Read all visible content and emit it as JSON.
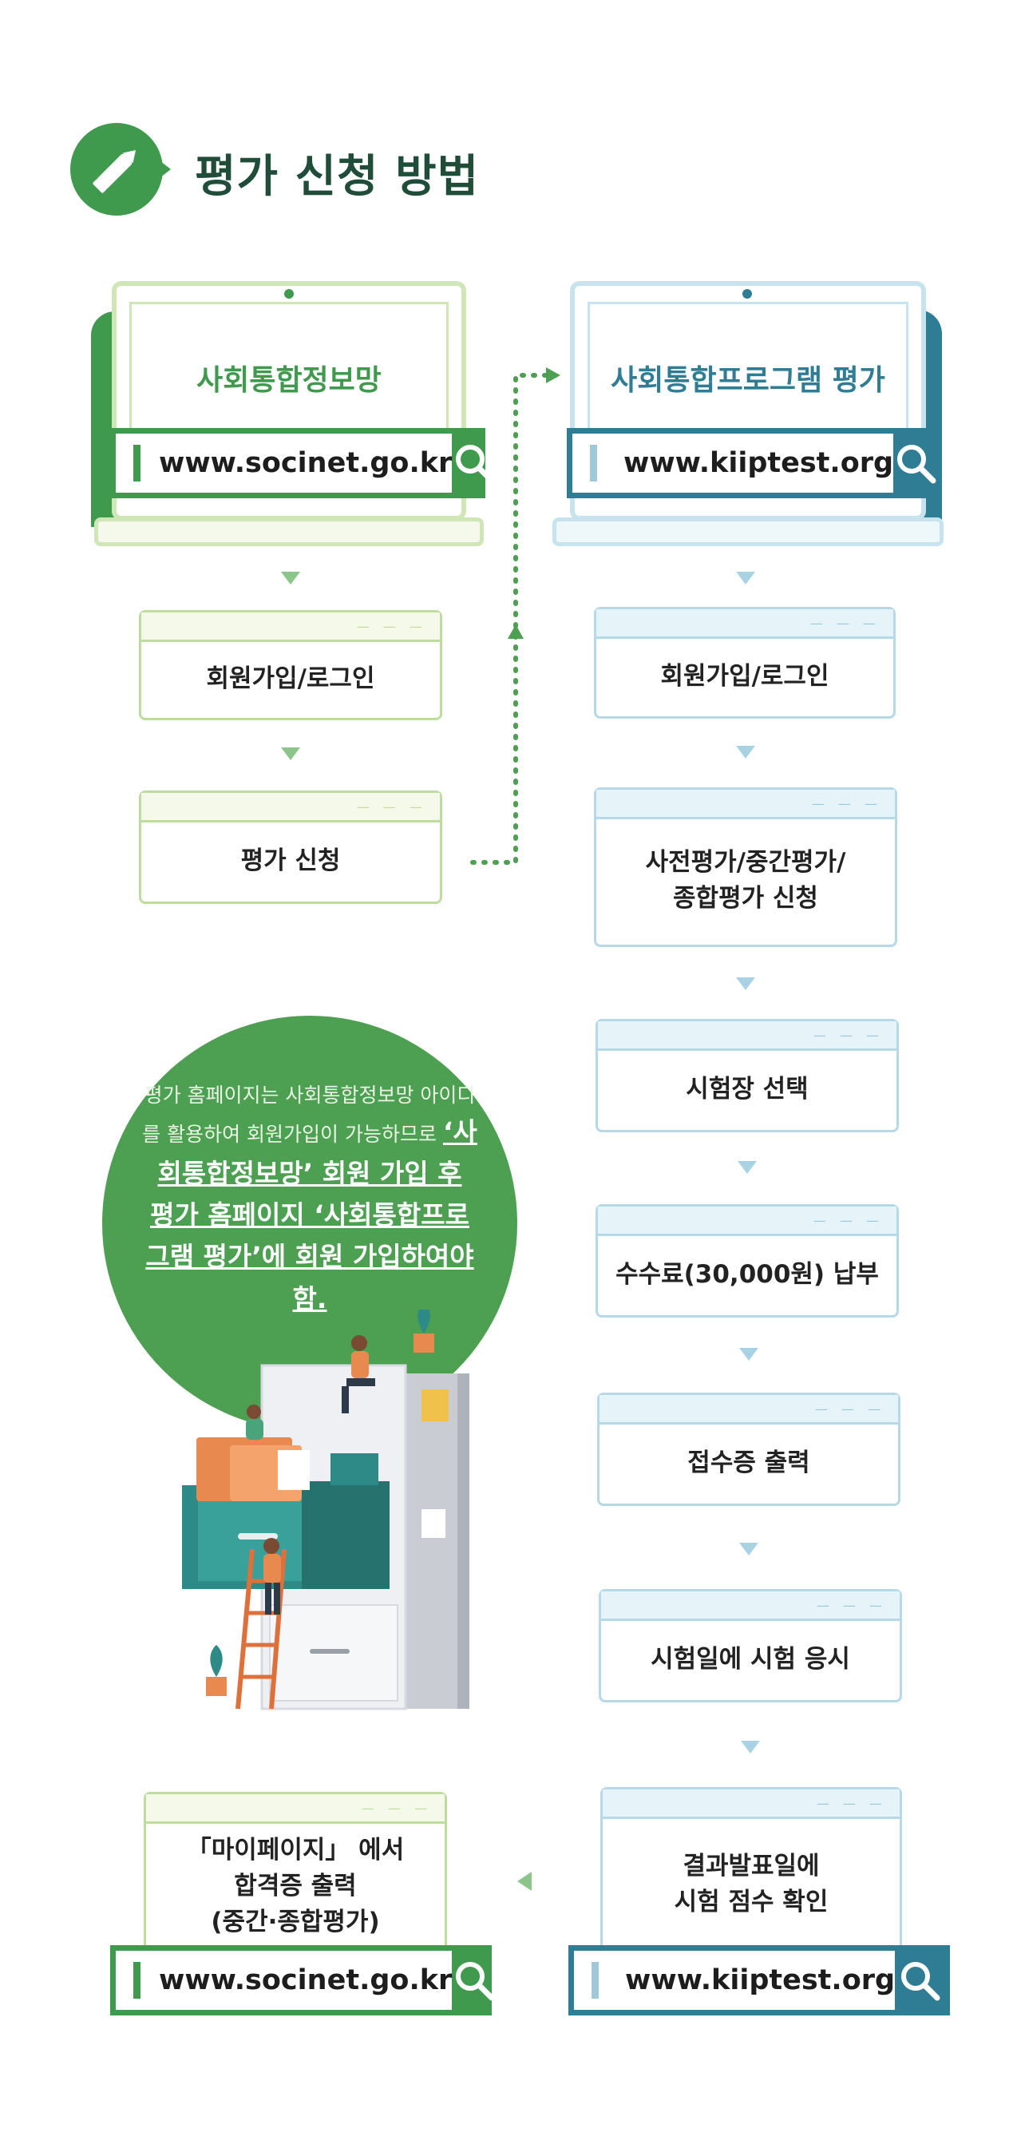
{
  "header": {
    "title": "평가 신청 방법",
    "icon": "pencil-icon"
  },
  "left": {
    "site_name": "사회통합정보망",
    "url": "www.socinet.go.kr",
    "steps": [
      "회원가입/로그인",
      "평가 신청"
    ]
  },
  "right": {
    "site_name": "사회통합프로그램 평가",
    "url": "www.kiiptest.org",
    "steps": [
      "회원가입/로그인",
      "사전평가/중간평가/\n종합평가 신청",
      "시험장 선택",
      "수수료(30,000원) 납부",
      "접수증 출력",
      "시험일에 시험 응시",
      "결과발표일에\n시험 점수 확인"
    ]
  },
  "note": {
    "normal": "평가 홈페이지는 사회통합정보망 아이디를 활용하여 회원가입이 가능하므로",
    "highlight": "‘사회통합정보망’ 회원 가입 후 평가 홈페이지 ‘사회통합프로그램 평가’에 회원 가입하여야 함."
  },
  "final": {
    "label": "「마이페이지」 에서\n합격증 출력\n(중간·종합평가)",
    "url_left": "www.socinet.go.kr",
    "url_right": "www.kiiptest.org"
  },
  "colors": {
    "green": "#3f9a4e",
    "green_light": "#bfdc9f",
    "teal": "#2f7d95",
    "blue_light": "#b5d9e6"
  }
}
